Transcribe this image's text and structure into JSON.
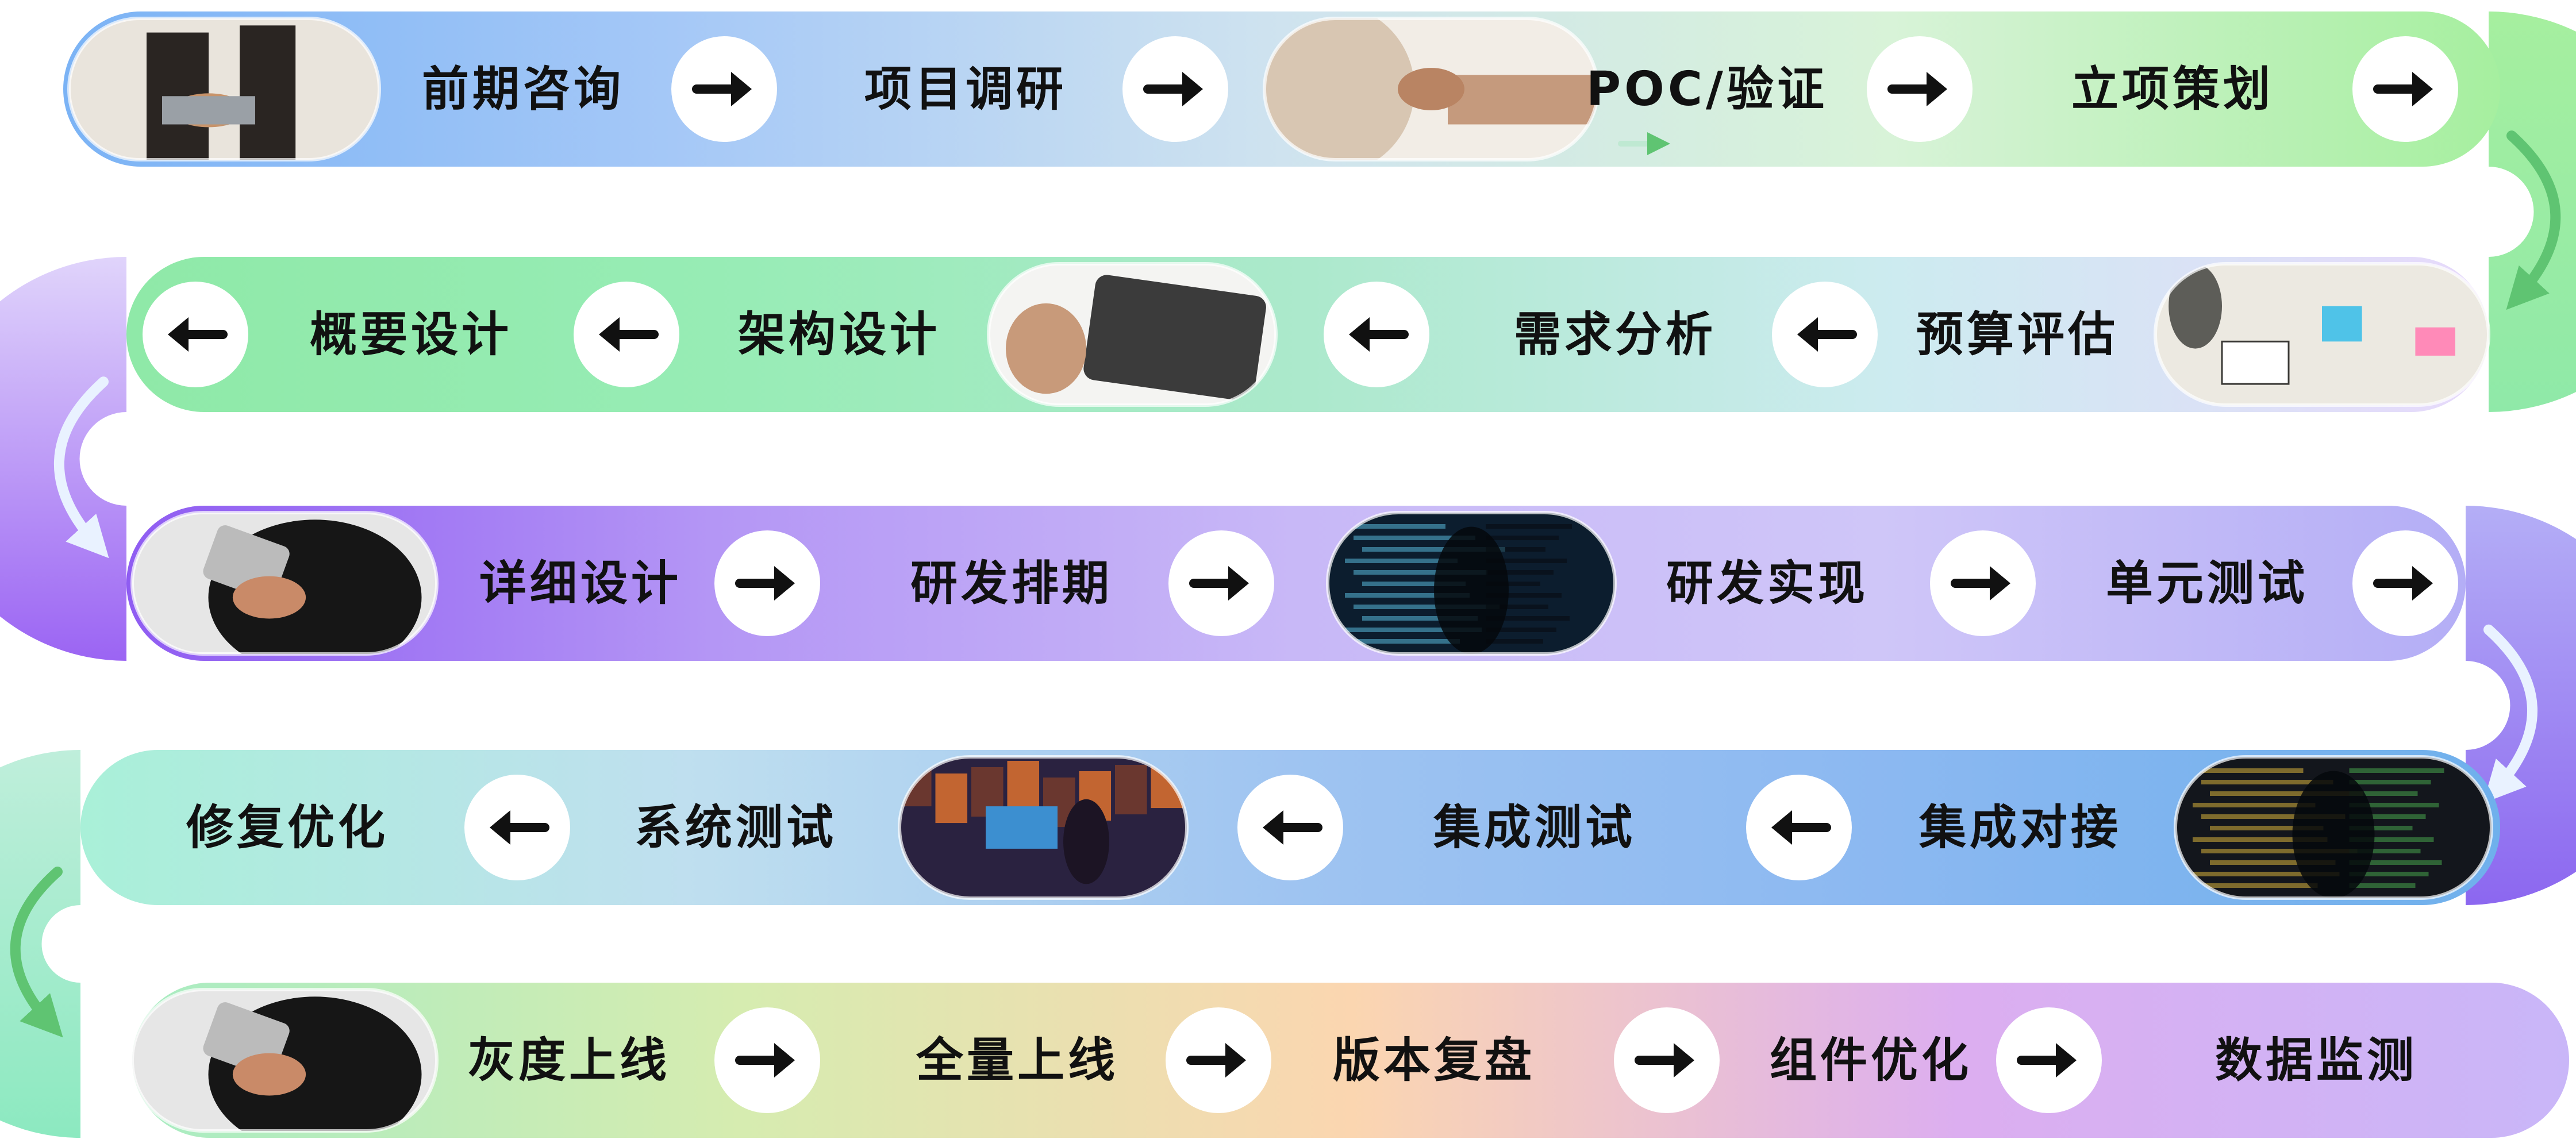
{
  "rows": [
    {
      "direction": "right",
      "steps": [
        "前期咨询",
        "项目调研",
        "POC/验证",
        "立项策划"
      ],
      "photos": [
        "meeting-photo",
        "handshake-photo"
      ],
      "colors": [
        "#7bb3f5",
        "#a5c8f7",
        "#cfe3ef",
        "#d8f3d8",
        "#a6ef9f"
      ]
    },
    {
      "direction": "left",
      "steps": [
        "预算评估",
        "需求分析",
        "架构设计",
        "概要设计"
      ],
      "photos": [
        "sticky-notes-photo",
        "tablet-photo"
      ],
      "colors": [
        "#e7d9fb",
        "#cdebf0",
        "#ace9cc",
        "#97ecb5",
        "#8fe9a8"
      ]
    },
    {
      "direction": "right",
      "steps": [
        "详细设计",
        "研发排期",
        "研发实现",
        "单元测试"
      ],
      "photos": [
        "phone-photo",
        "code-silhouette-photo"
      ],
      "colors": [
        "#8f5cf2",
        "#b496f5",
        "#c8b8f7",
        "#cfc6f8",
        "#b4aef6"
      ]
    },
    {
      "direction": "left",
      "steps": [
        "集成对接",
        "集成测试",
        "系统测试",
        "修复优化"
      ],
      "photos": [
        "developer-screens-photo",
        "pixel-art-photo"
      ],
      "colors": [
        "#6fb0ec",
        "#8bb8f1",
        "#9fc4f1",
        "#bfdfef",
        "#a9f0d8"
      ]
    },
    {
      "direction": "right",
      "steps": [
        "灰度上线",
        "全量上线",
        "版本复盘",
        "组件优化",
        "数据监测"
      ],
      "photos": [
        "phone-photo"
      ],
      "colors": [
        "#a8ecc2",
        "#d6ecb0",
        "#fbd6b0",
        "#dcaef0",
        "#c9b6f8"
      ]
    }
  ],
  "connectors": [
    "arrow-down-right",
    "arrow-down-left",
    "arrow-down-right",
    "arrow-down-left"
  ]
}
